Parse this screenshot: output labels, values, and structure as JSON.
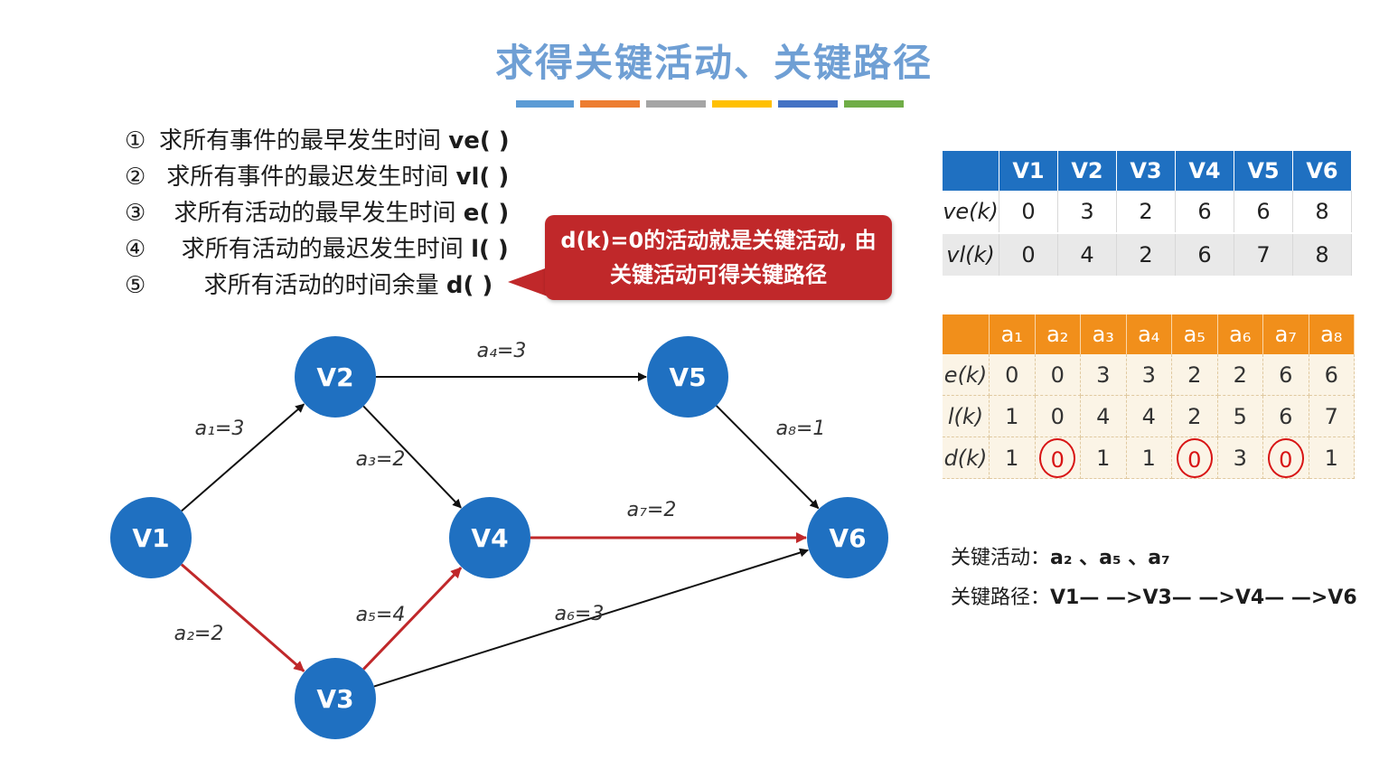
{
  "title": "求得关键活动、关键路径",
  "color_bar": [
    "#5b9bd5",
    "#ed7d31",
    "#a5a5a5",
    "#ffc000",
    "#4472c4",
    "#70ad47"
  ],
  "steps": [
    {
      "num": "①",
      "text": "求所有事件的最早发生时间 ",
      "fn": "ve( )"
    },
    {
      "num": "②",
      "text": " 求所有事件的最迟发生时间 ",
      "fn": "vl( )"
    },
    {
      "num": "③",
      "text": "  求所有活动的最早发生时间 ",
      "fn": "e( )"
    },
    {
      "num": "④",
      "text": "   求所有活动的最迟发生时间 ",
      "fn": "l( )"
    },
    {
      "num": "⑤",
      "text": "      求所有活动的时间余量 ",
      "fn": "d( )"
    }
  ],
  "callout": {
    "line1": "d(k)=0的活动就是关键活动, 由",
    "line2": "关键活动可得关键路径"
  },
  "graph": {
    "node_color": "#1f70c1",
    "critical_color": "#c0282a",
    "nodes": [
      {
        "id": "V1",
        "label": "V1"
      },
      {
        "id": "V2",
        "label": "V2"
      },
      {
        "id": "V3",
        "label": "V3"
      },
      {
        "id": "V4",
        "label": "V4"
      },
      {
        "id": "V5",
        "label": "V5"
      },
      {
        "id": "V6",
        "label": "V6"
      }
    ],
    "edges": [
      {
        "from": "V1",
        "to": "V2",
        "label": "a₁=3",
        "critical": false
      },
      {
        "from": "V1",
        "to": "V3",
        "label": "a₂=2",
        "critical": true
      },
      {
        "from": "V2",
        "to": "V4",
        "label": "a₃=2",
        "critical": false
      },
      {
        "from": "V2",
        "to": "V5",
        "label": "a₄=3",
        "critical": false
      },
      {
        "from": "V3",
        "to": "V4",
        "label": "a₅=4",
        "critical": true
      },
      {
        "from": "V3",
        "to": "V6",
        "label": "a₆=3",
        "critical": false
      },
      {
        "from": "V4",
        "to": "V6",
        "label": "a₇=2",
        "critical": true
      },
      {
        "from": "V5",
        "to": "V6",
        "label": "a₈=1",
        "critical": false
      }
    ]
  },
  "vertex_table": {
    "headers": [
      "V1",
      "V2",
      "V3",
      "V4",
      "V5",
      "V6"
    ],
    "rows": [
      {
        "label": "ve(k)",
        "values": [
          "0",
          "3",
          "2",
          "6",
          "6",
          "8"
        ]
      },
      {
        "label": "vl(k)",
        "values": [
          "0",
          "4",
          "2",
          "6",
          "7",
          "8"
        ]
      }
    ]
  },
  "activity_table": {
    "headers": [
      "a₁",
      "a₂",
      "a₃",
      "a₄",
      "a₅",
      "a₆",
      "a₇",
      "a₈"
    ],
    "rows": [
      {
        "label": "e(k)",
        "values": [
          "0",
          "0",
          "3",
          "3",
          "2",
          "2",
          "6",
          "6"
        ]
      },
      {
        "label": "l(k)",
        "values": [
          "1",
          "0",
          "4",
          "4",
          "2",
          "5",
          "6",
          "7"
        ]
      },
      {
        "label": "d(k)",
        "values": [
          "1",
          "0",
          "1",
          "1",
          "0",
          "3",
          "0",
          "1"
        ]
      }
    ]
  },
  "summary": {
    "critical_activities_label": "关键活动：",
    "critical_activities": "a₂ 、a₅ 、a₇",
    "critical_path_label": "关键路径：",
    "critical_path": "V1— —>V3— —>V4— —>V6"
  }
}
